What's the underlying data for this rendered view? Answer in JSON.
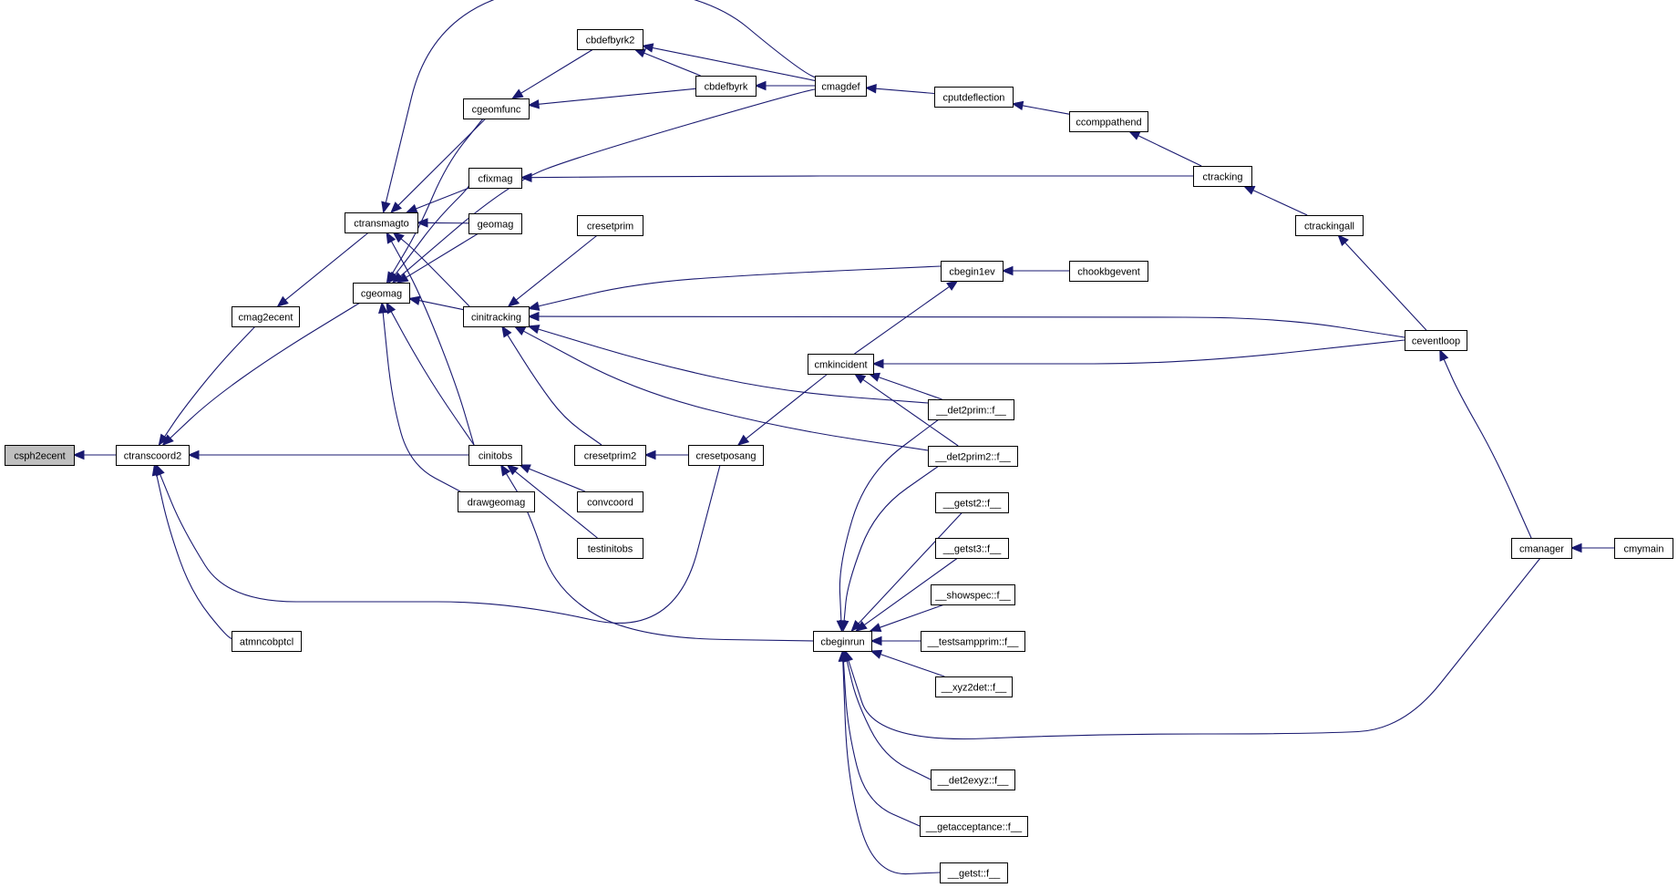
{
  "nodes": [
    {
      "id": "csph2ecent",
      "label": "csph2ecent",
      "root": true
    },
    {
      "id": "ctranscoord2",
      "label": "ctranscoord2"
    },
    {
      "id": "cmag2ecent",
      "label": "cmag2ecent"
    },
    {
      "id": "atmncobptcl",
      "label": "atmncobptcl"
    },
    {
      "id": "ctransmagto",
      "label": "ctransmagto"
    },
    {
      "id": "cgeomag",
      "label": "cgeomag"
    },
    {
      "id": "cgeomfunc",
      "label": "cgeomfunc"
    },
    {
      "id": "cbdefbyrk2",
      "label": "cbdefbyrk2"
    },
    {
      "id": "cbdefbyrk",
      "label": "cbdefbyrk"
    },
    {
      "id": "cmagdef",
      "label": "cmagdef"
    },
    {
      "id": "cputdeflection",
      "label": "cputdeflection"
    },
    {
      "id": "ccomppathend",
      "label": "ccomppathend"
    },
    {
      "id": "ctracking",
      "label": "ctracking"
    },
    {
      "id": "ctrackingall",
      "label": "ctrackingall"
    },
    {
      "id": "ceventloop",
      "label": "ceventloop"
    },
    {
      "id": "cmanager",
      "label": "cmanager"
    },
    {
      "id": "cmymain",
      "label": "cmymain"
    },
    {
      "id": "cfixmag",
      "label": "cfixmag"
    },
    {
      "id": "geomag",
      "label": "geomag"
    },
    {
      "id": "cinitracking",
      "label": "cinitracking"
    },
    {
      "id": "cinitobs",
      "label": "cinitobs"
    },
    {
      "id": "drawgeomag",
      "label": "drawgeomag"
    },
    {
      "id": "cresetprim",
      "label": "cresetprim"
    },
    {
      "id": "cresetprim2",
      "label": "cresetprim2"
    },
    {
      "id": "cresetposang",
      "label": "cresetposang"
    },
    {
      "id": "convcoord",
      "label": "convcoord"
    },
    {
      "id": "testinitobs",
      "label": "testinitobs"
    },
    {
      "id": "cbegin1ev",
      "label": "cbegin1ev"
    },
    {
      "id": "chookbgevent",
      "label": "chookbgevent"
    },
    {
      "id": "cmkincident",
      "label": "cmkincident"
    },
    {
      "id": "det2prim",
      "label": "__det2prim::f__"
    },
    {
      "id": "det2prim2",
      "label": "__det2prim2::f__"
    },
    {
      "id": "getst2",
      "label": "__getst2::f__"
    },
    {
      "id": "getst3",
      "label": "__getst3::f__"
    },
    {
      "id": "showspec",
      "label": "__showspec::f__"
    },
    {
      "id": "cbeginrun",
      "label": "cbeginrun"
    },
    {
      "id": "testsampprim",
      "label": "__testsampprim::f__"
    },
    {
      "id": "xyz2det",
      "label": "__xyz2det::f__"
    },
    {
      "id": "det2exyz",
      "label": "__det2exyz::f__"
    },
    {
      "id": "getacceptance",
      "label": "__getacceptance::f__"
    },
    {
      "id": "getst",
      "label": "__getst::f__"
    }
  ],
  "edges": [
    {
      "from": "ctranscoord2",
      "to": "csph2ecent"
    },
    {
      "from": "cmag2ecent",
      "to": "ctranscoord2"
    },
    {
      "from": "atmncobptcl",
      "to": "ctranscoord2"
    },
    {
      "from": "cgeomag",
      "to": "ctranscoord2"
    },
    {
      "from": "cinitobs",
      "to": "ctranscoord2"
    },
    {
      "from": "cresetposang",
      "to": "ctranscoord2"
    },
    {
      "from": "ctransmagto",
      "to": "cmag2ecent"
    },
    {
      "from": "cgeomfunc",
      "to": "ctransmagto"
    },
    {
      "from": "cmagdef",
      "to": "ctransmagto"
    },
    {
      "from": "cfixmag",
      "to": "ctransmagto"
    },
    {
      "from": "geomag",
      "to": "ctransmagto"
    },
    {
      "from": "cinitracking",
      "to": "ctransmagto"
    },
    {
      "from": "cinitobs",
      "to": "ctransmagto"
    },
    {
      "from": "cgeomfunc",
      "to": "cgeomag"
    },
    {
      "from": "cmagdef",
      "to": "cgeomag"
    },
    {
      "from": "cfixmag",
      "to": "cgeomag"
    },
    {
      "from": "geomag",
      "to": "cgeomag"
    },
    {
      "from": "cinitracking",
      "to": "cgeomag"
    },
    {
      "from": "cinitobs",
      "to": "cgeomag"
    },
    {
      "from": "drawgeomag",
      "to": "cgeomag"
    },
    {
      "from": "cbdefbyrk2",
      "to": "cgeomfunc"
    },
    {
      "from": "cbdefbyrk",
      "to": "cgeomfunc"
    },
    {
      "from": "cbdefbyrk",
      "to": "cbdefbyrk2"
    },
    {
      "from": "cmagdef",
      "to": "cbdefbyrk2"
    },
    {
      "from": "cmagdef",
      "to": "cbdefbyrk"
    },
    {
      "from": "cputdeflection",
      "to": "cmagdef"
    },
    {
      "from": "ccomppathend",
      "to": "cputdeflection"
    },
    {
      "from": "ctracking",
      "to": "ccomppathend"
    },
    {
      "from": "ctracking",
      "to": "cfixmag"
    },
    {
      "from": "ctrackingall",
      "to": "ctracking"
    },
    {
      "from": "ceventloop",
      "to": "ctrackingall"
    },
    {
      "from": "cmanager",
      "to": "ceventloop"
    },
    {
      "from": "cmymain",
      "to": "cmanager"
    },
    {
      "from": "cresetprim",
      "to": "cinitracking"
    },
    {
      "from": "cbegin1ev",
      "to": "cinitracking"
    },
    {
      "from": "ceventloop",
      "to": "cinitracking"
    },
    {
      "from": "det2prim",
      "to": "cinitracking"
    },
    {
      "from": "det2prim2",
      "to": "cinitracking"
    },
    {
      "from": "cresetprim2",
      "to": "cinitracking"
    },
    {
      "from": "cresetposang",
      "to": "cresetprim2"
    },
    {
      "from": "cmkincident",
      "to": "cresetposang"
    },
    {
      "from": "convcoord",
      "to": "cinitobs"
    },
    {
      "from": "testinitobs",
      "to": "cinitobs"
    },
    {
      "from": "cbeginrun",
      "to": "cinitobs"
    },
    {
      "from": "chookbgevent",
      "to": "cbegin1ev"
    },
    {
      "from": "cmkincident",
      "to": "cbegin1ev"
    },
    {
      "from": "ceventloop",
      "to": "cmkincident"
    },
    {
      "from": "det2prim",
      "to": "cmkincident"
    },
    {
      "from": "det2prim2",
      "to": "cmkincident"
    },
    {
      "from": "det2prim",
      "to": "cbeginrun"
    },
    {
      "from": "det2prim2",
      "to": "cbeginrun"
    },
    {
      "from": "getst2",
      "to": "cbeginrun"
    },
    {
      "from": "getst3",
      "to": "cbeginrun"
    },
    {
      "from": "showspec",
      "to": "cbeginrun"
    },
    {
      "from": "testsampprim",
      "to": "cbeginrun"
    },
    {
      "from": "xyz2det",
      "to": "cbeginrun"
    },
    {
      "from": "cmanager",
      "to": "cbeginrun"
    },
    {
      "from": "det2exyz",
      "to": "cbeginrun"
    },
    {
      "from": "getacceptance",
      "to": "cbeginrun"
    },
    {
      "from": "getst",
      "to": "cbeginrun"
    }
  ]
}
